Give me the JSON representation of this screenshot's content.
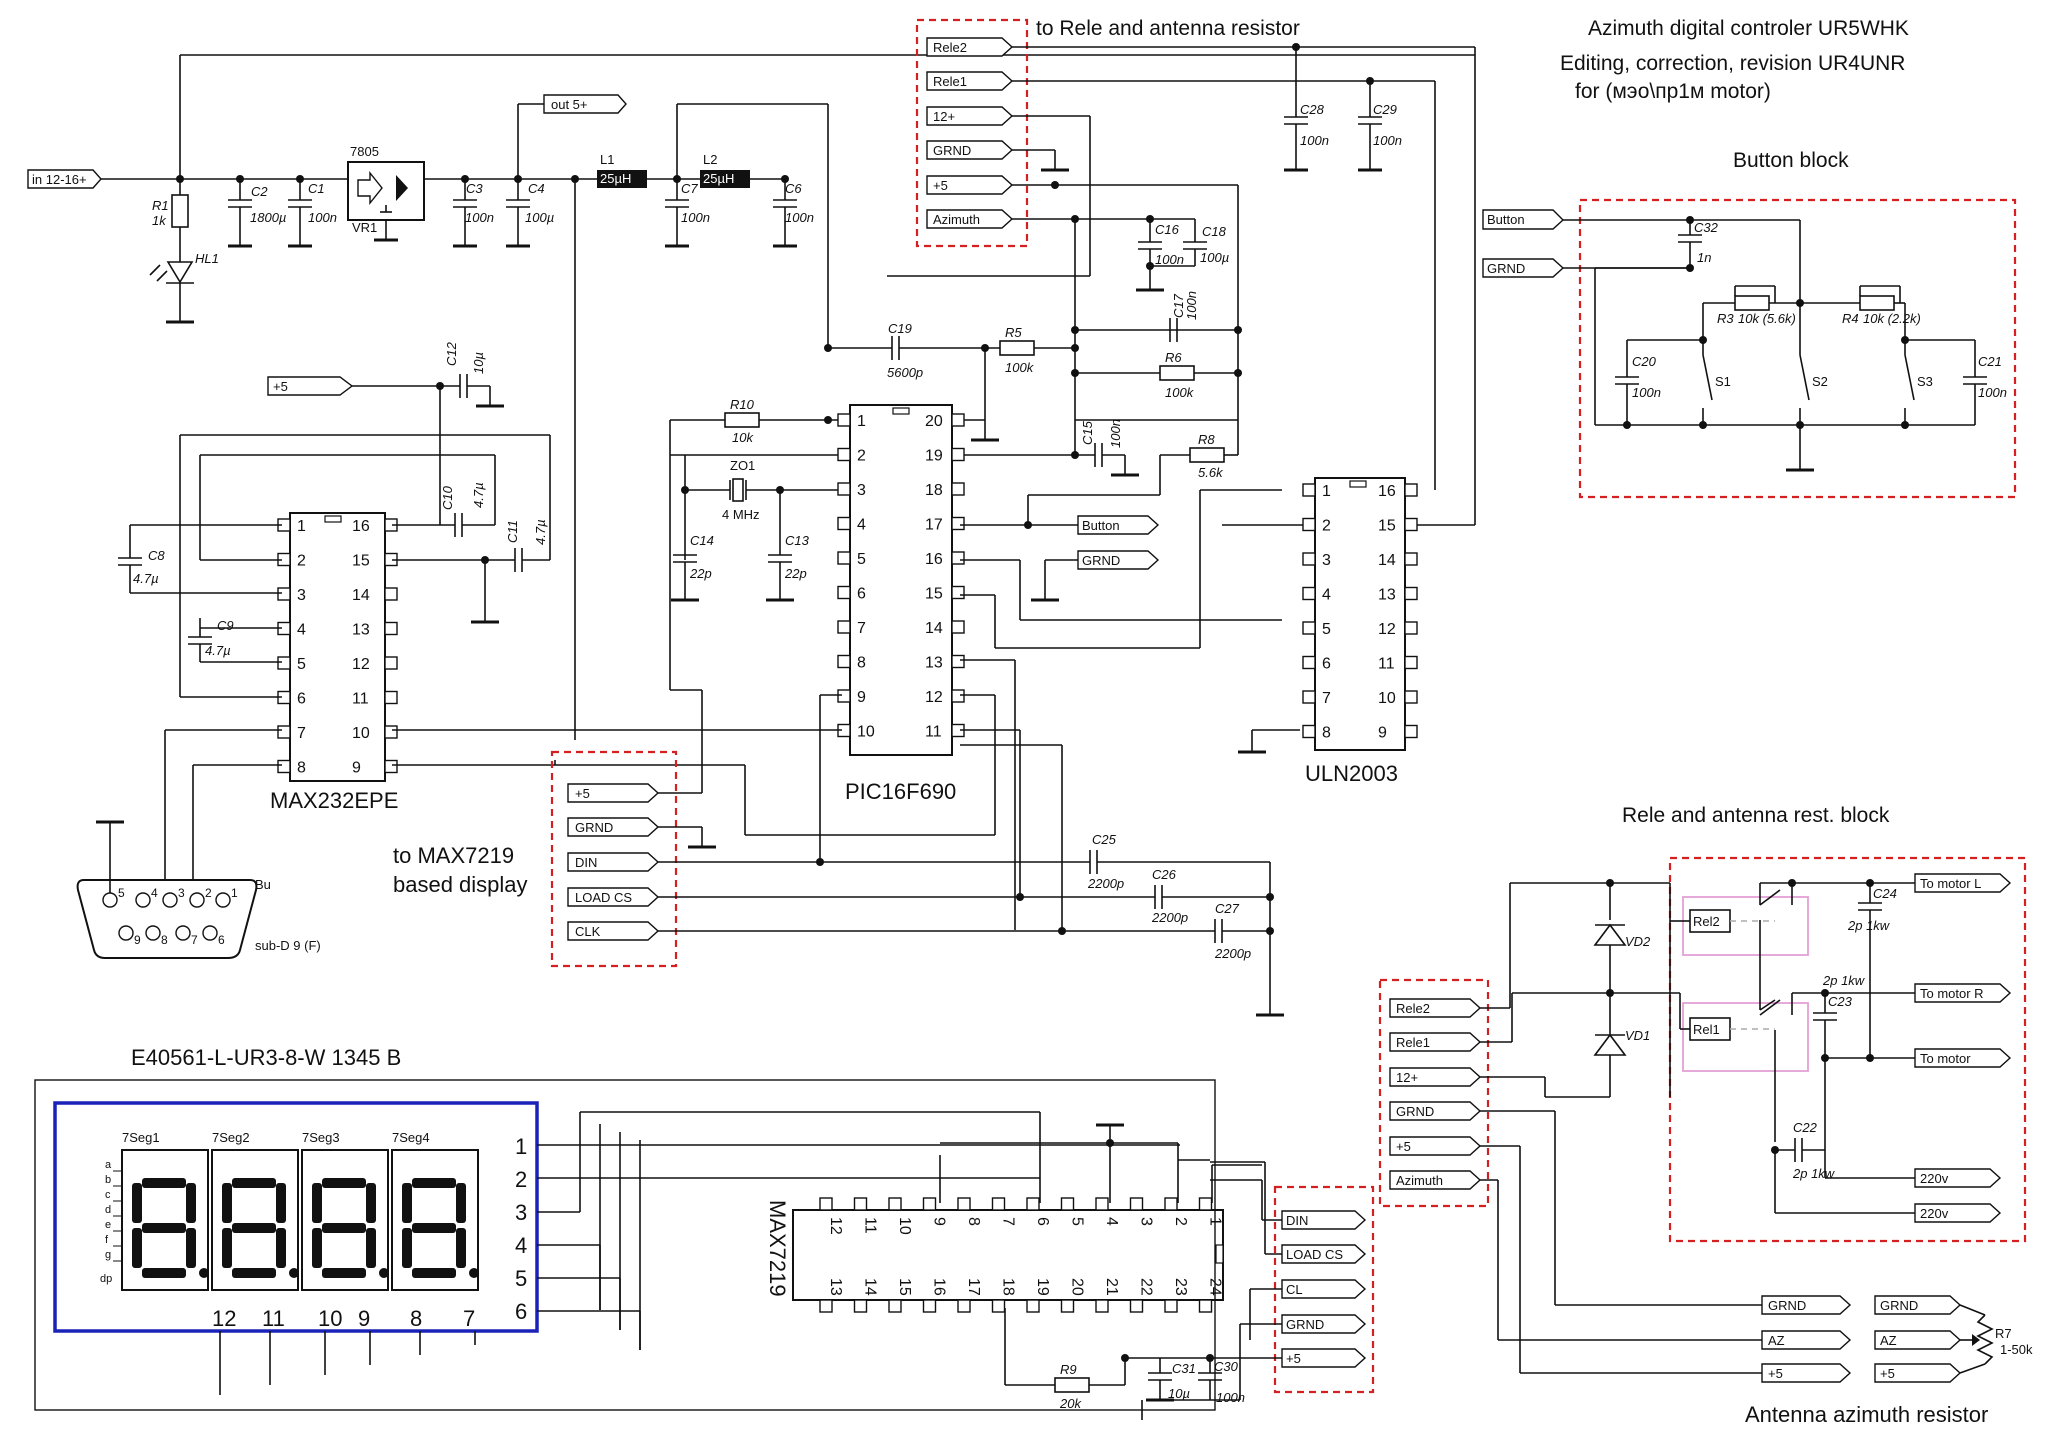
{
  "titles": {
    "controller": "Azimuth digital controler UR5WHK",
    "revision": "Editing, correction, revision UR4UNR",
    "motor": "for (мэо\\пр1м motor)",
    "to_rele": "to Rele and antenna resistor",
    "button_block": "Button block",
    "rele_block": "Rele and antenna rest.  block",
    "to_max7219": "to MAX7219",
    "based_display": "based display",
    "display_part": "E40561-L-UR3-8-W 1345 B",
    "antenna_resistor": "Antenna azimuth resistor"
  },
  "ics": {
    "max232": "MAX232EPE",
    "pic": "PIC16F690",
    "uln": "ULN2003",
    "max7219": "MAX7219",
    "vreg": "7805",
    "vreg_ref": "VR1"
  },
  "ports": {
    "in": "in 12-16+",
    "out5": "out 5+",
    "plus5": "+5",
    "rele2": "Rele2",
    "rele1": "Rele1",
    "p12": "12+",
    "grnd": "GRND",
    "azimuth": "Azimuth",
    "button": "Button",
    "din": "DIN",
    "loadcs": "LOAD CS",
    "clk": "CLK",
    "cl": "CL",
    "to_motor_l": "To motor L",
    "to_motor_r": "To motor R",
    "to_motor": "To motor",
    "v220": "220v",
    "az": "AZ"
  },
  "components": {
    "r1": "R1",
    "r1v": "1k",
    "hl1": "HL1",
    "c2": "C2",
    "c2v": "1800µ",
    "c1": "C1",
    "c1v": "100n",
    "c3": "C3",
    "c3v": "100n",
    "c4": "C4",
    "c4v": "100µ",
    "l1": "L1",
    "l1v": "25µH",
    "l2": "L2",
    "l2v": "25µH",
    "c7": "C7",
    "c7v": "100n",
    "c6": "C6",
    "c6v": "100n",
    "c28": "C28",
    "c28v": "100n",
    "c29": "C29",
    "c29v": "100n",
    "c16": "C16",
    "c16v": "100n",
    "c18": "C18",
    "c18v": "100µ",
    "c17": "C17",
    "c17v": "100n",
    "c19": "C19",
    "c19v": "5600p",
    "r5": "R5",
    "r5v": "100k",
    "r6": "R6",
    "r6v": "100k",
    "c15": "C15",
    "c15v": "100n",
    "r8": "R8",
    "r8v": "5.6k",
    "r10": "R10",
    "r10v": "10k",
    "zo1": "ZO1",
    "zo1v": "4 MHz",
    "c14": "C14",
    "c14v": "22p",
    "c13": "C13",
    "c13v": "22p",
    "c12": "C12",
    "c12v": "10µ",
    "c10": "C10",
    "c10v": "4.7µ",
    "c11": "C11",
    "c11v": "4.7µ",
    "c8": "C8",
    "c8v": "4.7µ",
    "c9": "C9",
    "c9v": "4.7µ",
    "c32": "C32",
    "c32v": "1n",
    "r3": "R3",
    "r3v": "10k (5.6k)",
    "r4": "R4",
    "r4v": "10k (2.2k)",
    "c20": "C20",
    "c20v": "100n",
    "c21": "C21",
    "c21v": "100n",
    "s1": "S1",
    "s2": "S2",
    "s3": "S3",
    "c25": "C25",
    "c25v": "2200p",
    "c26": "C26",
    "c26v": "2200p",
    "c27": "C27",
    "c27v": "2200p",
    "vd1": "VD1",
    "vd2": "VD2",
    "rel1": "Rel1",
    "rel2": "Rel2",
    "c22": "C22",
    "c22v": "2p 1kw",
    "c23": "C23",
    "c23v": "2p 1kw",
    "c24": "C24",
    "c24v": "2p 1kw",
    "r9": "R9",
    "r9v": "20k",
    "c31": "C31",
    "c31v": "10µ",
    "c30": "C30",
    "c30v": "100n",
    "r7": "R7",
    "r7v": "1-50k",
    "bu": "Bu",
    "subd": "sub-D 9 (F)"
  },
  "connector_pins": [
    "5",
    "4",
    "3",
    "2",
    "1",
    "9",
    "8",
    "7",
    "6"
  ],
  "max232_left": [
    "1",
    "2",
    "3",
    "4",
    "5",
    "6",
    "7",
    "8"
  ],
  "max232_right": [
    "16",
    "15",
    "14",
    "13",
    "12",
    "11",
    "10",
    "9"
  ],
  "pic_left": [
    "1",
    "2",
    "3",
    "4",
    "5",
    "6",
    "7",
    "8",
    "9",
    "10"
  ],
  "pic_right": [
    "20",
    "19",
    "18",
    "17",
    "16",
    "15",
    "14",
    "13",
    "12",
    "11"
  ],
  "uln_left": [
    "1",
    "2",
    "3",
    "4",
    "5",
    "6",
    "7",
    "8"
  ],
  "uln_right": [
    "16",
    "15",
    "14",
    "13",
    "12",
    "11",
    "10",
    "9"
  ],
  "max7219_top": [
    "12",
    "11",
    "10",
    "9",
    "8",
    "7",
    "6",
    "5",
    "4",
    "3",
    "2",
    "1"
  ],
  "max7219_bottom": [
    "13",
    "14",
    "15",
    "16",
    "17",
    "18",
    "19",
    "20",
    "21",
    "22",
    "23",
    "24"
  ],
  "display": {
    "digits": [
      "7Seg1",
      "7Seg2",
      "7Seg3",
      "7Seg4"
    ],
    "seg_letters": [
      "a",
      "b",
      "c",
      "d",
      "e",
      "f",
      "g"
    ],
    "dp": "dp",
    "right_pins": [
      "1",
      "2",
      "3",
      "4",
      "5",
      "6"
    ],
    "bottom_pins": [
      "12",
      "11",
      "10",
      "9",
      "8",
      "7"
    ]
  }
}
